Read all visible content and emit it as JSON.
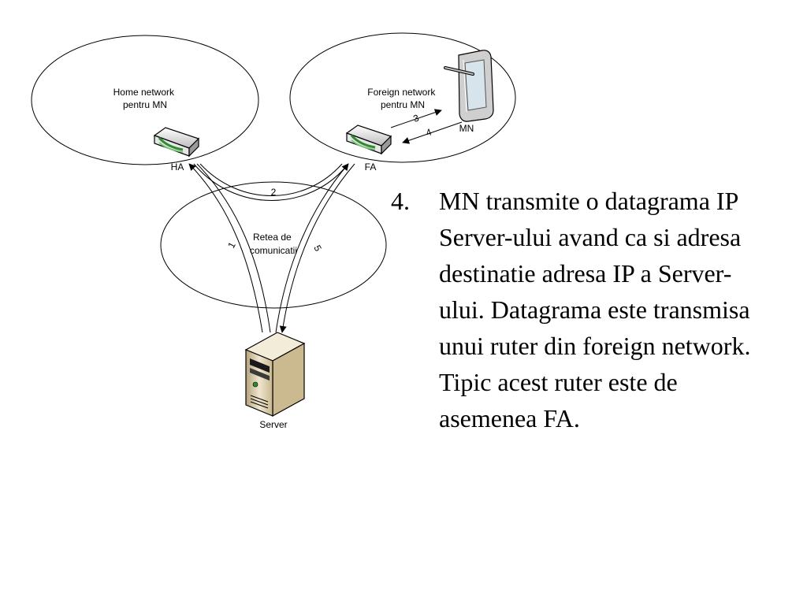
{
  "diagram": {
    "home_network_label_line1": "Home network",
    "home_network_label_line2": "pentru MN",
    "foreign_network_label_line1": "Foreign network",
    "foreign_network_label_line2": "pentru MN",
    "comm_network_label_line1": "Retea de",
    "comm_network_label_line2": "comunicatii",
    "ha_label": "HA",
    "fa_label": "FA",
    "mn_label": "MN",
    "server_label": "Server",
    "step1": "1",
    "step2": "2",
    "step3": "3",
    "step4": "4",
    "step5": "5"
  },
  "text": {
    "item_number": "4.",
    "item_body": "MN transmite o datagrama IP Server-ului avand ca si adresa destinatie adresa IP a Server-ului. Datagrama este transmisa unui ruter din foreign network. Tipic acest ruter este de asemenea FA."
  },
  "icons": {
    "router": "router-icon",
    "mobile": "mobile-device-icon",
    "server": "server-icon"
  },
  "colors": {
    "stroke": "#000000",
    "router_led": "#2e8b2e",
    "server_body": "#e8dcc0",
    "server_dark": "#1a1a1a",
    "device_gray": "#cfcfcf",
    "screen": "#d8e4ec"
  }
}
